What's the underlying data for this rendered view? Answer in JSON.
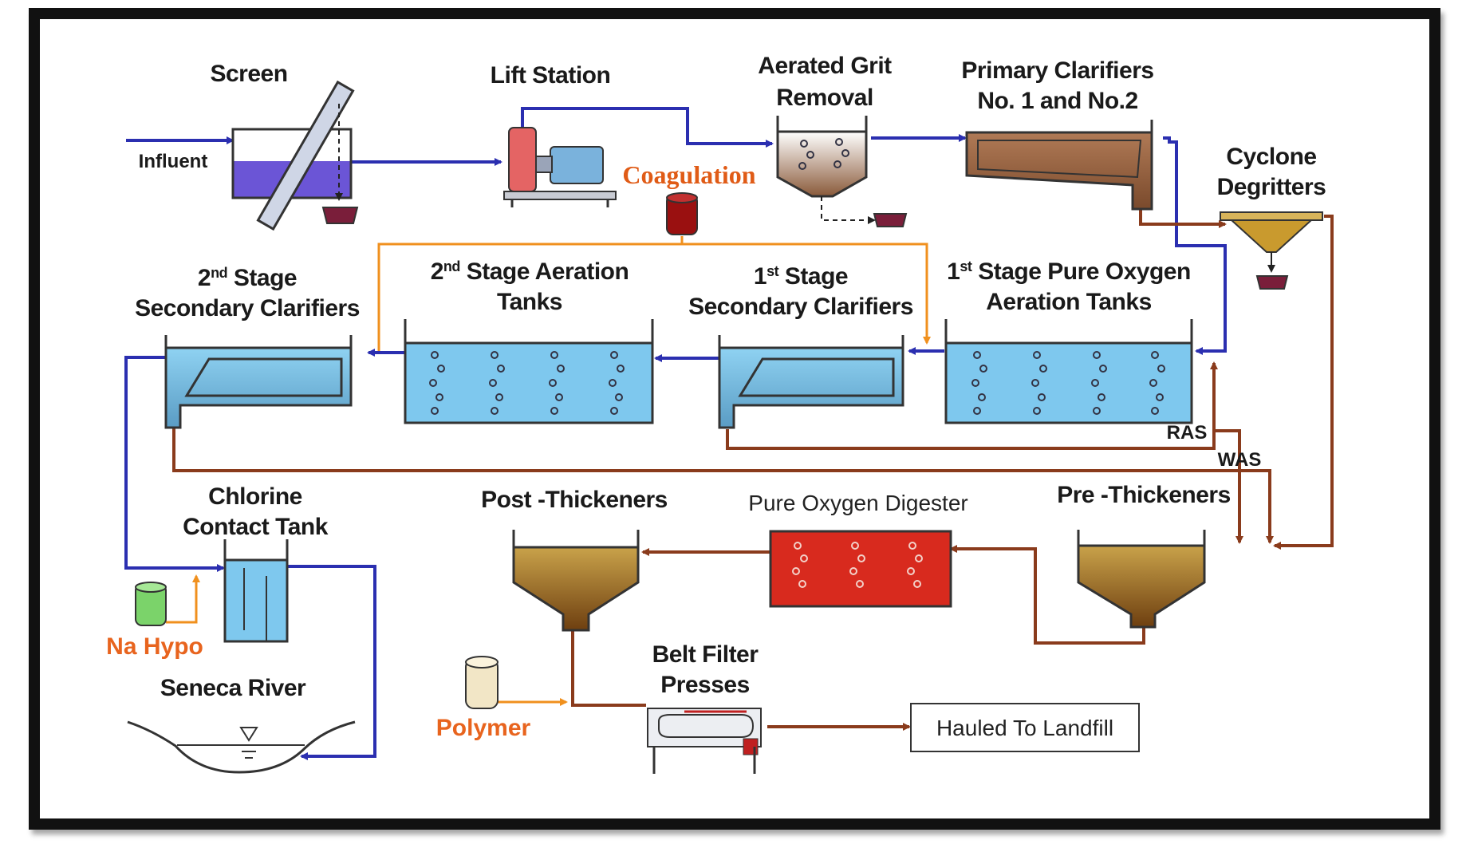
{
  "labels": {
    "screen": "Screen",
    "influent": "Influent",
    "lift_station": "Lift Station",
    "grit_1": "Aerated Grit",
    "grit_2": "Removal",
    "primary_1": "Primary Clarifiers",
    "primary_2": "No. 1 and No.2",
    "cyclone_1": "Cyclone",
    "cyclone_2": "Degritters",
    "coagulation": "Coagulation",
    "sec2_ordinal": "2",
    "sec2_sup": "nd",
    "sec2_1_rest": " Stage",
    "sec2_2": "Secondary Clarifiers",
    "aer2_ordinal": "2",
    "aer2_sup": "nd",
    "aer2_1_rest": " Stage Aeration",
    "aer2_2": "Tanks",
    "sec1_ordinal": "1",
    "sec1_sup": "st",
    "sec1_1_rest": " Stage",
    "sec1_2": "Secondary Clarifiers",
    "aer1_ordinal": "1",
    "aer1_sup": "st",
    "aer1_1_rest": " Stage Pure Oxygen",
    "aer1_2": "Aeration Tanks",
    "ras": "RAS",
    "was": "WAS",
    "chlorine_1": "Chlorine",
    "chlorine_2": "Contact Tank",
    "post_thickeners": "Post -Thickeners",
    "digester": "Pure Oxygen Digester",
    "pre_thickeners": "Pre -Thickeners",
    "na_hypo": "Na Hypo",
    "seneca_river": "Seneca River",
    "belt_1": "Belt Filter",
    "belt_2": "Presses",
    "polymer": "Polymer",
    "landfill": "Hauled To Landfill"
  },
  "colors": {
    "water_flow": "#2b2fb0",
    "sludge_flow": "#8a3b1c",
    "chemical_flow": "#f0901e",
    "tank_water": "#7ec8ee",
    "digester_red": "#d82a1e",
    "thickener_brown": "#9a6a1a",
    "annotation_orange": "#e05b16"
  }
}
